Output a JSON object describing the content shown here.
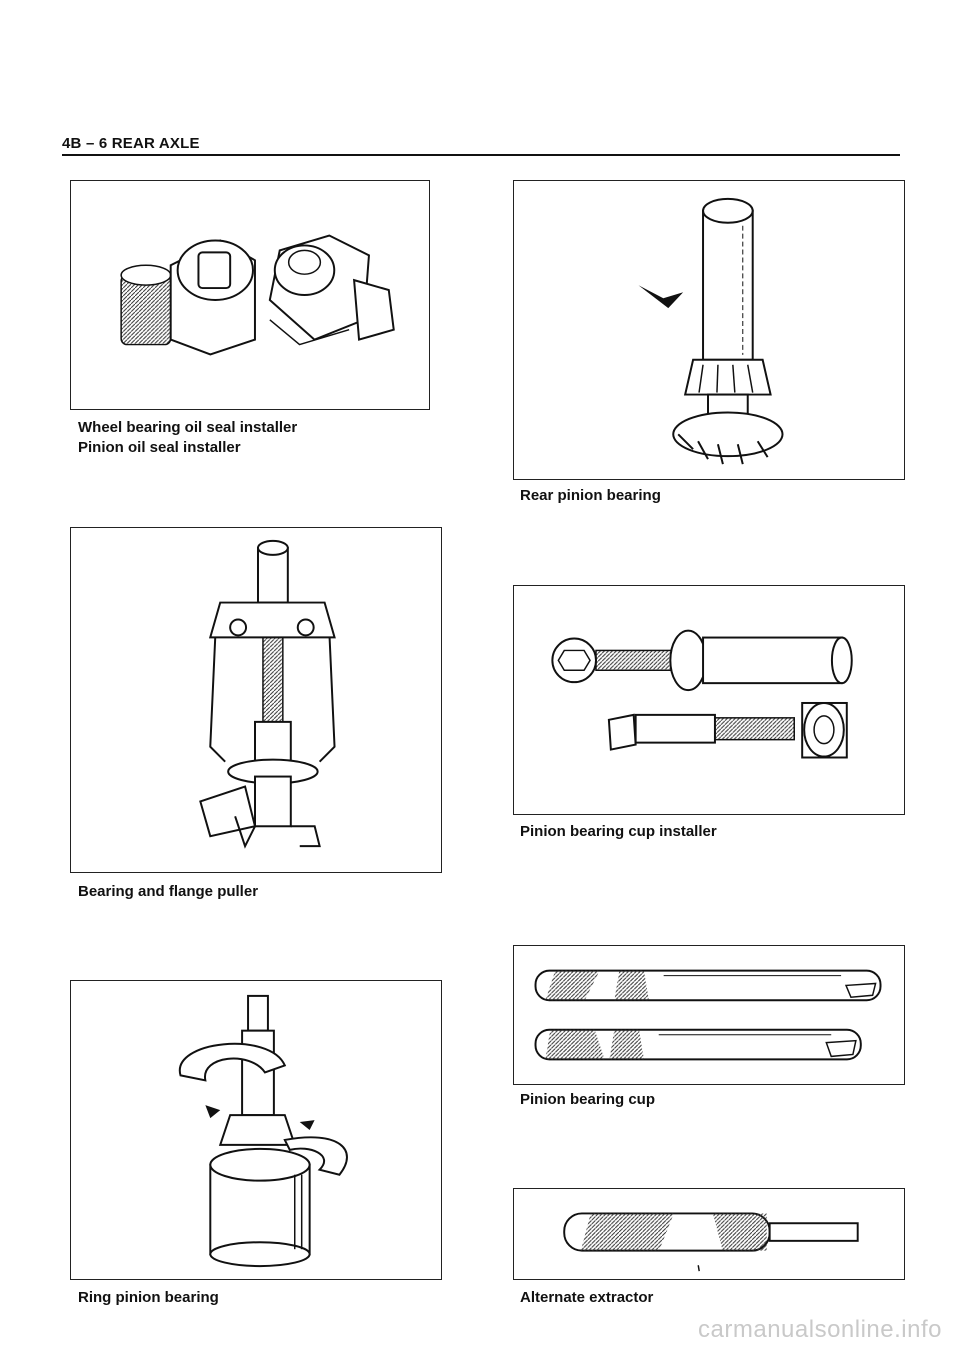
{
  "header": {
    "title": "4B – 6 REAR AXLE"
  },
  "figures": {
    "wheel_seal": {
      "caption_line1": "Wheel bearing oil seal installer",
      "caption_line2": "Pinion oil seal installer"
    },
    "rear_pinion": {
      "caption": "Rear pinion bearing"
    },
    "flange_puller": {
      "caption": "Bearing and flange puller"
    },
    "cup_installer": {
      "caption": "Pinion bearing cup installer"
    },
    "ring_pinion": {
      "caption": "Ring pinion bearing"
    },
    "cup": {
      "caption": "Pinion bearing cup"
    },
    "extractor": {
      "caption": "Alternate extractor"
    }
  },
  "watermark": {
    "text": "carmanualsonline.info"
  }
}
